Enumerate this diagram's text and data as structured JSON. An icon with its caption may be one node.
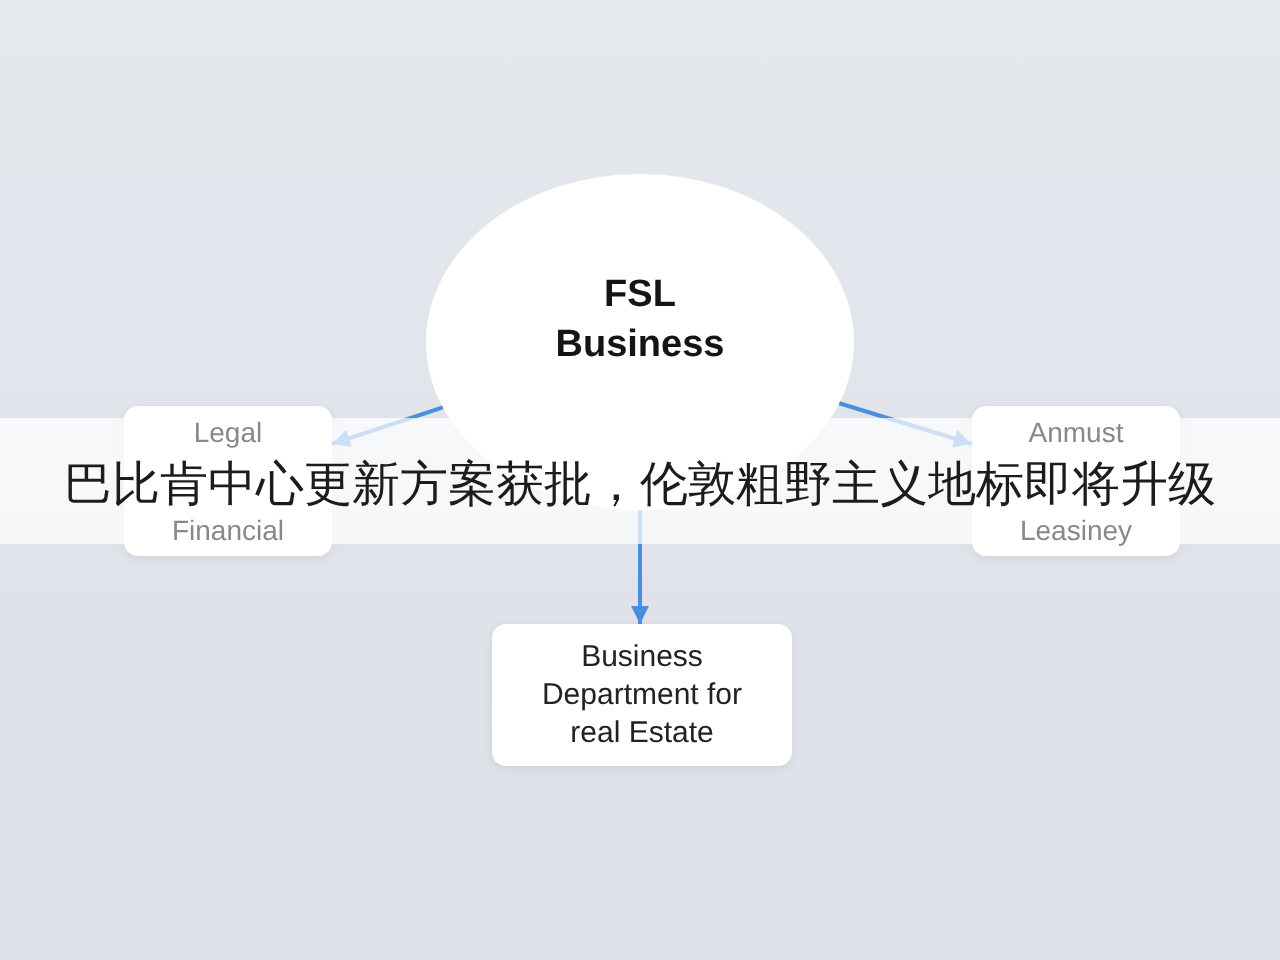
{
  "diagram": {
    "title": "巴比肯中心更新方案获批，伦敦粗野主义地标即将升级",
    "nodes": [
      {
        "text": [
          "FSL Business"
        ]
      },
      {
        "text": [
          "Legal",
          "Financial"
        ]
      },
      {
        "text": [
          "Anmust",
          "Leasiney"
        ]
      },
      {
        "text": [
          "Business Department for real Estate"
        ]
      }
    ],
    "edges": [
      {
        "from": 0,
        "to": 1,
        "arrow": "to"
      },
      {
        "from": 0,
        "to": 2,
        "arrow": "to"
      },
      {
        "from": 0,
        "to": 3,
        "arrow": "to"
      }
    ]
  }
}
